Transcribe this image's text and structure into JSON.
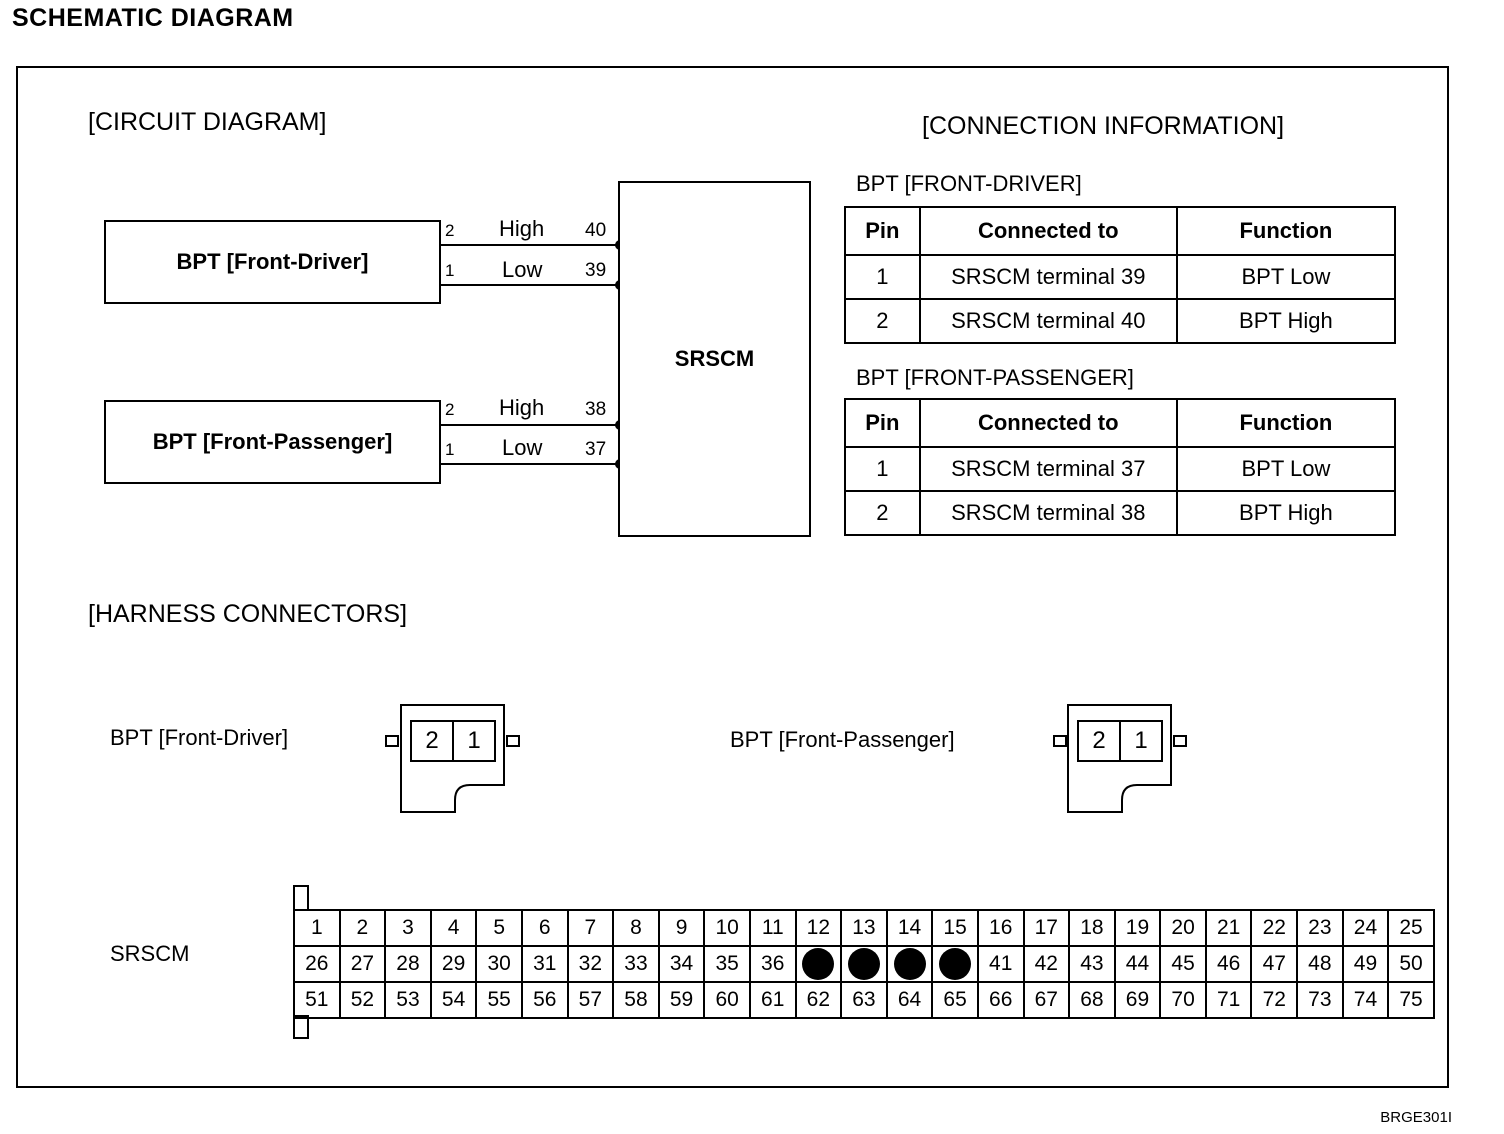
{
  "page_title": "SCHEMATIC DIAGRAM",
  "circuit": {
    "heading": "[CIRCUIT DIAGRAM]",
    "module_label": "SRSCM",
    "sensors": [
      {
        "label": "BPT [Front-Driver]",
        "wires": [
          {
            "pin": "2",
            "signal": "High",
            "terminal": "40"
          },
          {
            "pin": "1",
            "signal": "Low",
            "terminal": "39"
          }
        ]
      },
      {
        "label": "BPT [Front-Passenger]",
        "wires": [
          {
            "pin": "2",
            "signal": "High",
            "terminal": "38"
          },
          {
            "pin": "1",
            "signal": "Low",
            "terminal": "37"
          }
        ]
      }
    ]
  },
  "connection_info": {
    "heading": "[CONNECTION INFORMATION]",
    "headers": [
      "Pin",
      "Connected to",
      "Function"
    ],
    "tables": [
      {
        "caption": "BPT [FRONT-DRIVER]",
        "rows": [
          [
            "1",
            "SRSCM terminal 39",
            "BPT Low"
          ],
          [
            "2",
            "SRSCM terminal 40",
            "BPT High"
          ]
        ]
      },
      {
        "caption": "BPT [FRONT-PASSENGER]",
        "rows": [
          [
            "1",
            "SRSCM terminal 37",
            "BPT Low"
          ],
          [
            "2",
            "SRSCM terminal 38",
            "BPT High"
          ]
        ]
      }
    ]
  },
  "harness": {
    "heading": "[HARNESS CONNECTORS]",
    "connectors": [
      {
        "label": "BPT [Front-Driver]",
        "pins": [
          "2",
          "1"
        ]
      },
      {
        "label": "BPT [Front-Passenger]",
        "pins": [
          "2",
          "1"
        ]
      }
    ],
    "srscm": {
      "label": "SRSCM",
      "rows": [
        [
          "1",
          "2",
          "3",
          "4",
          "5",
          "6",
          "7",
          "8",
          "9",
          "10",
          "11",
          "12",
          "13",
          "14",
          "15",
          "16",
          "17",
          "18",
          "19",
          "20",
          "21",
          "22",
          "23",
          "24",
          "25"
        ],
        [
          "26",
          "27",
          "28",
          "29",
          "30",
          "31",
          "32",
          "33",
          "34",
          "35",
          "36",
          "",
          "",
          "",
          "",
          "41",
          "42",
          "43",
          "44",
          "45",
          "46",
          "47",
          "48",
          "49",
          "50"
        ],
        [
          "51",
          "52",
          "53",
          "54",
          "55",
          "56",
          "57",
          "58",
          "59",
          "60",
          "61",
          "62",
          "63",
          "64",
          "65",
          "66",
          "67",
          "68",
          "69",
          "70",
          "71",
          "72",
          "73",
          "74",
          "75"
        ]
      ],
      "filled_pins": [
        "37",
        "38",
        "39",
        "40"
      ]
    }
  },
  "image_code": "BRGE301I"
}
